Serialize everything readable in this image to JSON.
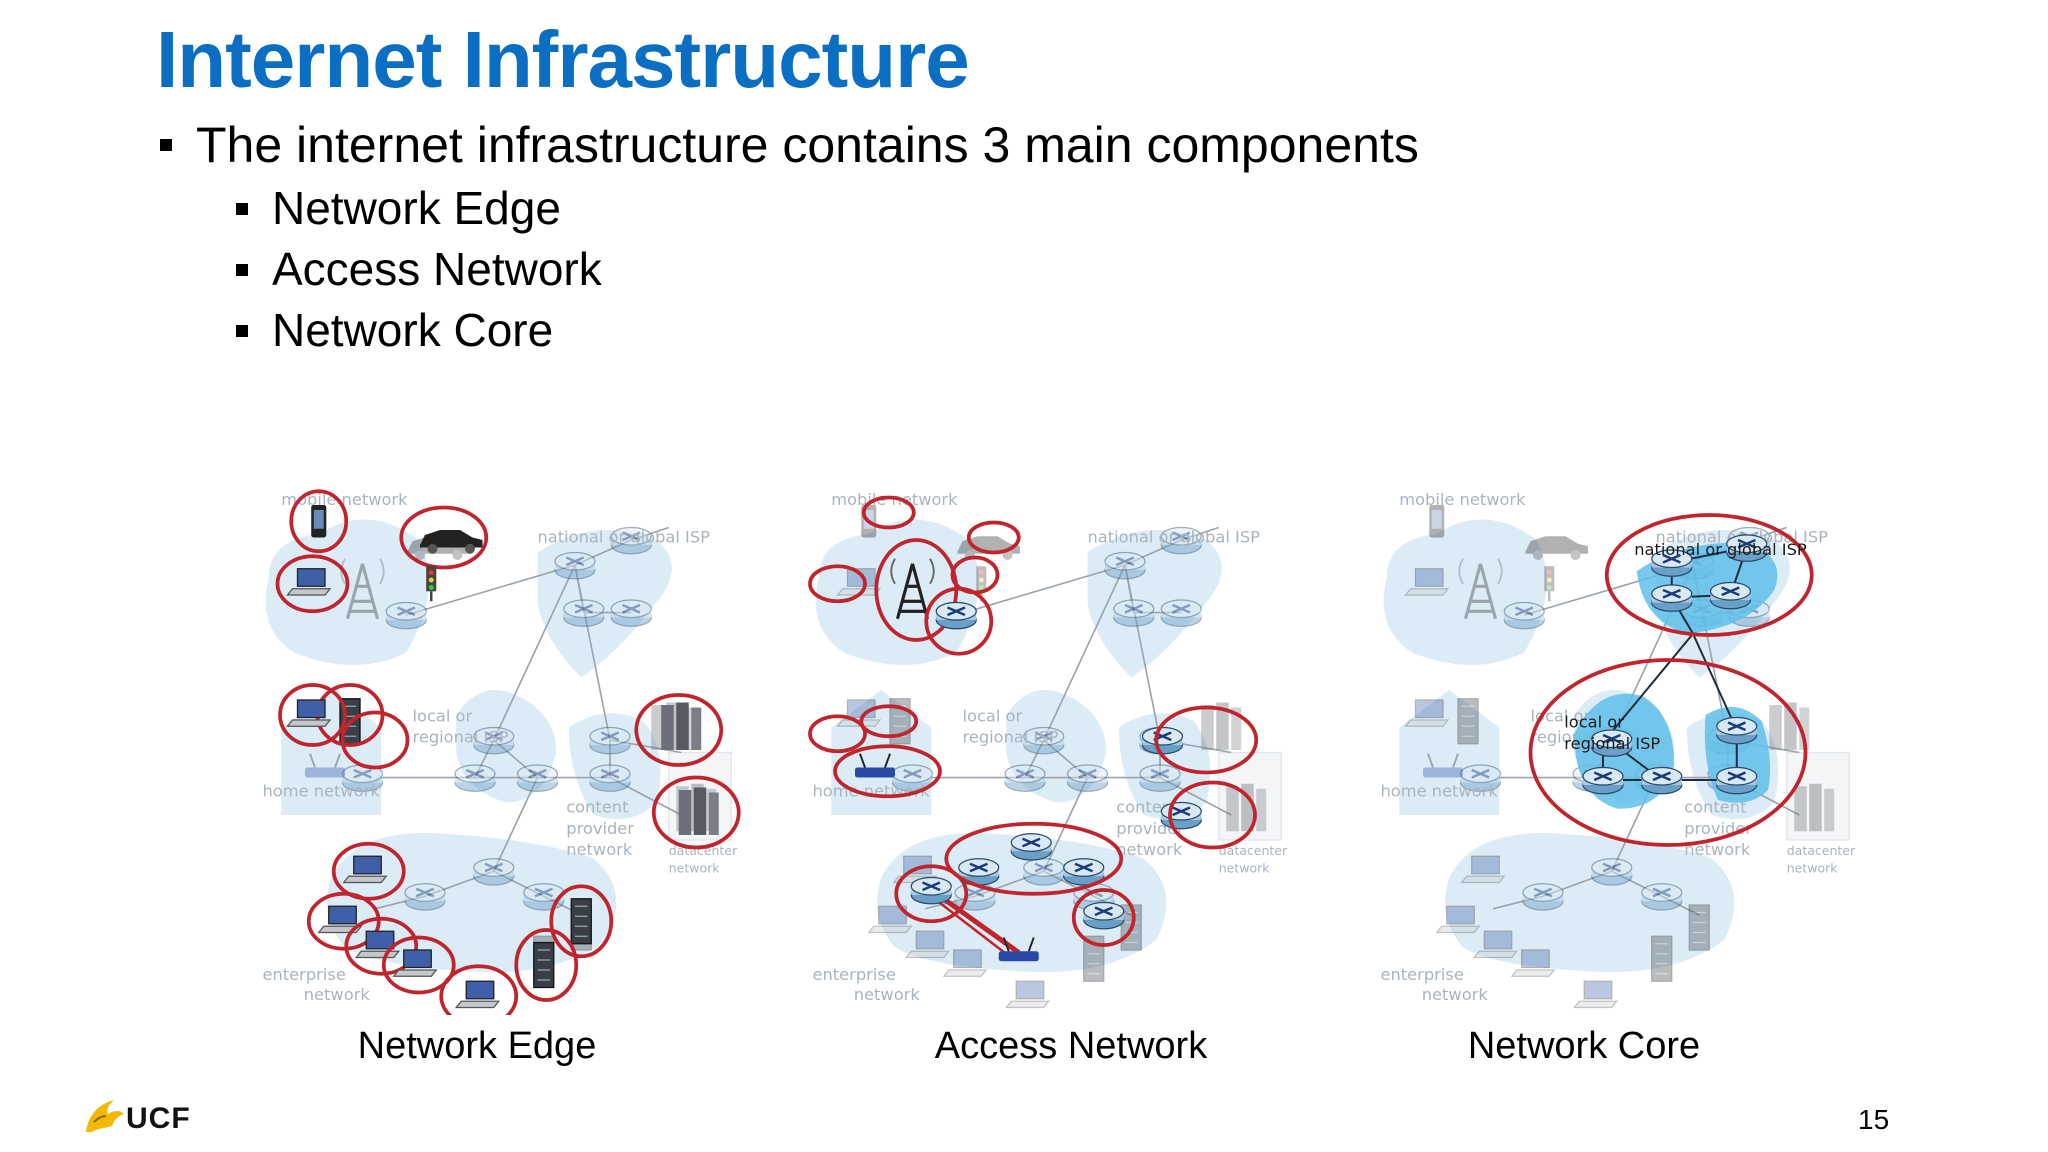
{
  "slide": {
    "title": "Internet Infrastructure",
    "bullet_main": "The internet infrastructure contains 3 main components",
    "sub_bullets": [
      "Network Edge",
      "Access Network",
      "Network Core"
    ],
    "page_number": "15",
    "logo_text": "UCF"
  },
  "diagram_labels": {
    "mobile": "mobile network",
    "isp_national": "national or global ISP",
    "isp_local_1": "local or",
    "isp_local_2": "regional ISP",
    "home": "home network",
    "content_1": "content",
    "content_2": "provider",
    "content_3": "network",
    "datacenter_1": "datacenter",
    "datacenter_2": "network",
    "enterprise_1": "enterprise",
    "enterprise_2": "network"
  },
  "diagrams": [
    {
      "caption": "Network Edge",
      "highlight": "edge"
    },
    {
      "caption": "Access Network",
      "highlight": "access"
    },
    {
      "caption": "Network Core",
      "highlight": "core"
    }
  ],
  "colors": {
    "title": "#0a6fc2",
    "cloud": "#dcecf7",
    "cloud_core": "#5fc0ea",
    "highlight_ring": "#c0242c",
    "logo_gold": "#f2b900"
  }
}
